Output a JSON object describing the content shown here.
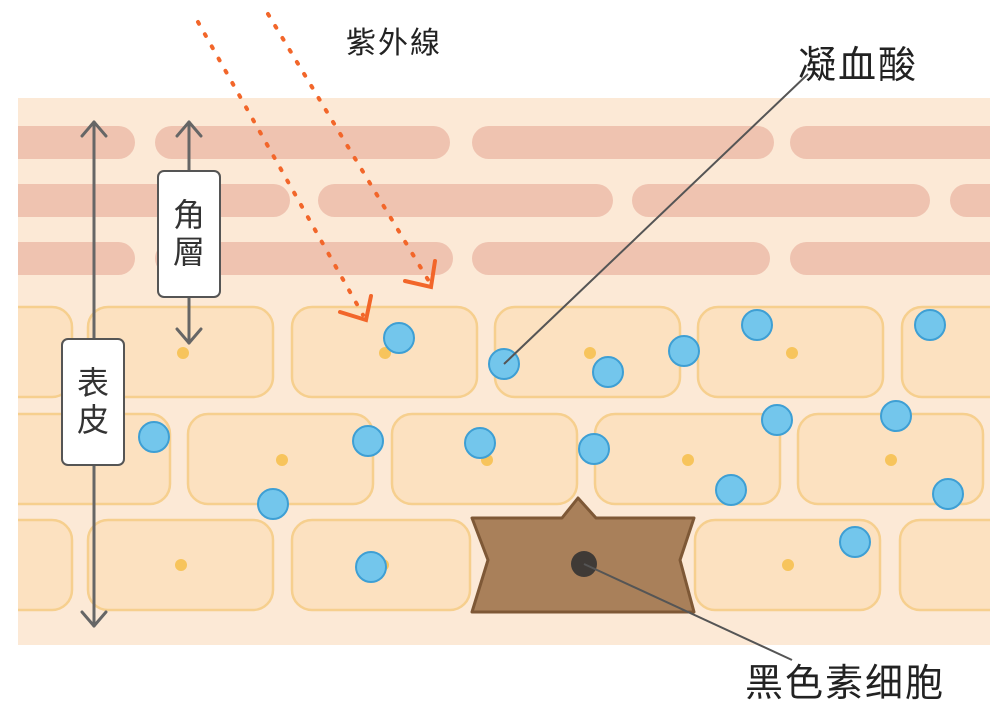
{
  "labels": {
    "uv": "紫外線",
    "hyaluronic_acid": "凝血酸",
    "melanocyte": "黑色素细胞",
    "stratum_corneum": [
      "角",
      "層"
    ],
    "epidermis": [
      "表",
      "皮"
    ]
  },
  "colors": {
    "skin_background": "#FCE9D6",
    "corneum_band": "#EFC3B0",
    "cell_fill": "#FCE1C0",
    "cell_border": "#F6CF8E",
    "nucleus": "#F7C45C",
    "molecule": "#73C6EC",
    "molecule_border": "#3E9FD4",
    "uv_ray": "#F2662A",
    "melanocyte_body": "#A9805A",
    "melanocyte_border": "#7E5836",
    "melanocyte_nucleus": "#3F3A36",
    "arrow": "#666666"
  },
  "icons": [
    "uv-ray-arrow",
    "dimension-arrow"
  ]
}
